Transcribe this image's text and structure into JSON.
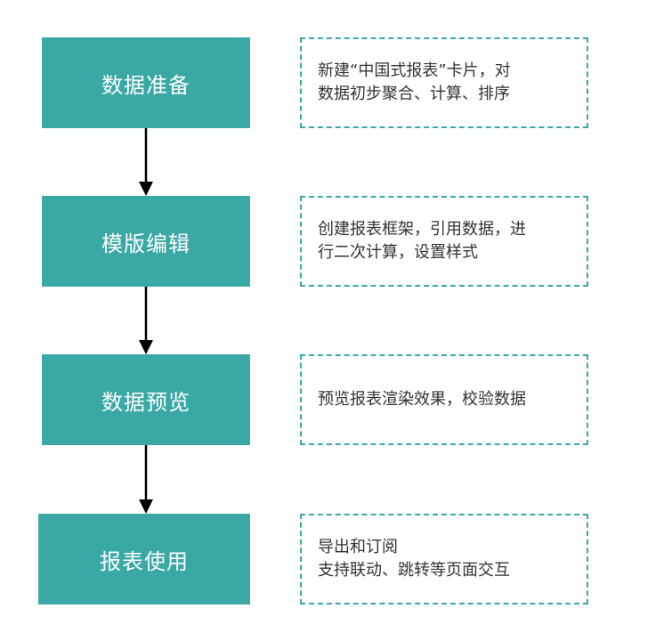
{
  "colors": {
    "step_fill": "#3aa9a5",
    "step_text": "#ffffff",
    "note_border": "#3aa9a5",
    "arrow": "#000000"
  },
  "steps": [
    {
      "label": "数据准备",
      "note_lines": [
        "新建“中国式报表”卡片，对",
        "数据初步聚合、计算、排序"
      ]
    },
    {
      "label": "模版编辑",
      "note_lines": [
        "创建报表框架，引用数据，进",
        "行二次计算，设置样式"
      ]
    },
    {
      "label": "数据预览",
      "note_lines": [
        "预览报表渲染效果，校验数据"
      ]
    },
    {
      "label": "报表使用",
      "note_lines": [
        "导出和订阅",
        "支持联动、跳转等页面交互"
      ]
    }
  ]
}
